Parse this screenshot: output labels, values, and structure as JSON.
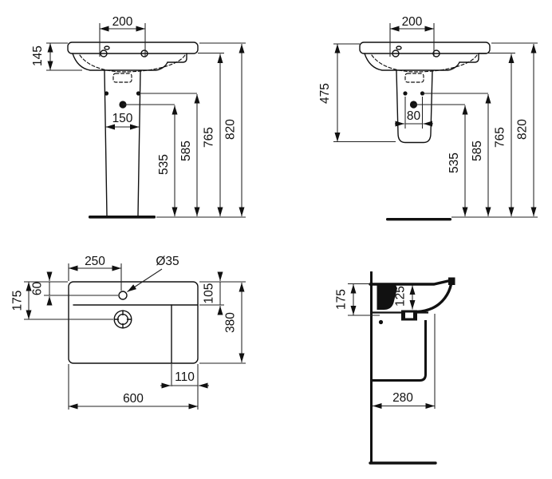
{
  "drawing": {
    "type": "technical-drawing",
    "subject": "pedestal washbasin installation dimensions (mm)",
    "ink_color": "#111111",
    "background_color": "#ffffff",
    "views": {
      "front_full_pedestal": {
        "name": "front view with full pedestal",
        "dims": {
          "tap_hole_centers": "200",
          "rim_to_underside": "145",
          "pedestal_top_width": "150",
          "drain_center_height": "535",
          "fixing_holes_height": "585",
          "rim_underside_height": "765",
          "overall_height": "820"
        }
      },
      "front_semi_pedestal": {
        "name": "front view with semi-pedestal",
        "dims": {
          "tap_hole_centers": "200",
          "semi_pedestal_height": "475",
          "fixing_hole_centers": "80",
          "drain_center_height": "535",
          "fixing_holes_height": "585",
          "rim_underside_height": "765",
          "overall_height": "820"
        }
      },
      "plan": {
        "name": "top view",
        "dims": {
          "tap_hole_from_left": "250",
          "tap_hole_diameter": "Ø35",
          "tap_hole_from_rear": "60",
          "drain_from_rear": "175",
          "shelf_from_rear": "105",
          "overall_depth": "380",
          "shelf_width": "110",
          "overall_width": "600"
        }
      },
      "side": {
        "name": "side section view",
        "dims": {
          "section_height": "175",
          "bowl_depth": "125",
          "wall_projection": "280"
        }
      }
    }
  }
}
